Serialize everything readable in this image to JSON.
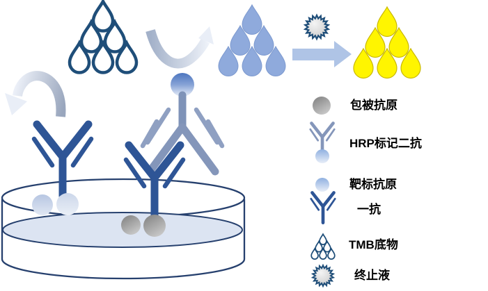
{
  "legend": {
    "items": [
      {
        "icon": "coating-antigen-icon",
        "label": "包被抗原"
      },
      {
        "icon": "hrp-secondary-antibody-icon",
        "label": "HRP标记二抗"
      },
      {
        "icon": "target-antigen-icon",
        "label": "靶标抗原"
      },
      {
        "icon": "primary-antibody-icon",
        "label": "一抗"
      },
      {
        "icon": "tmb-substrate-icon",
        "label": "TMB底物"
      },
      {
        "icon": "stop-solution-icon",
        "label": "终止液"
      }
    ]
  },
  "colors": {
    "outline_navy": "#1F4E79",
    "antibody_blue": "#2E5596",
    "secondary_gray_blue": "#8496BA",
    "substrate_blue_drop": "#8FAADC",
    "arrow_light_blue": "#AFC4E6",
    "stopped_yellow": "#FFF500",
    "well_liquid": "#DCE4F2",
    "dish_outline": "#26406E",
    "coating_antigen_gray": "#8A8A8A",
    "target_antigen_pale_blue": "#BCC9E2",
    "label_text": "#000000"
  }
}
